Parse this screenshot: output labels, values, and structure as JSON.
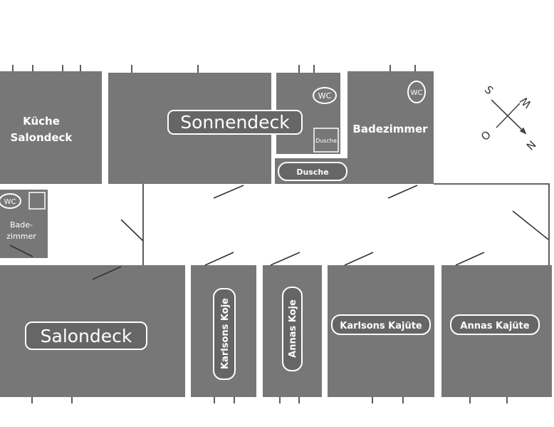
{
  "rooms": {
    "kueche": "Küche",
    "kueche2": "Salondeck",
    "sonnendeck": "Sonnendeck",
    "badezimmer": "Badezimmer",
    "dusche_small": "Dusche",
    "dusche_strip": "Dusche",
    "wc1": "WC",
    "wc2": "WC",
    "wc3": "WC",
    "bade1": "Bade-",
    "bade2": "zimmer",
    "salondeck": "Salondeck",
    "karlsons_koje": "Karlsons Koje",
    "annas_koje": "Annas Koje",
    "karlsons_kajuete": "Karlsons Kajüte",
    "annas_kajuete": "Annas Kajüte"
  },
  "compass": {
    "s": "S",
    "w": "W",
    "o": "O",
    "n": "N"
  },
  "colors": {
    "room": "#777777",
    "label_fill": "#666666"
  }
}
